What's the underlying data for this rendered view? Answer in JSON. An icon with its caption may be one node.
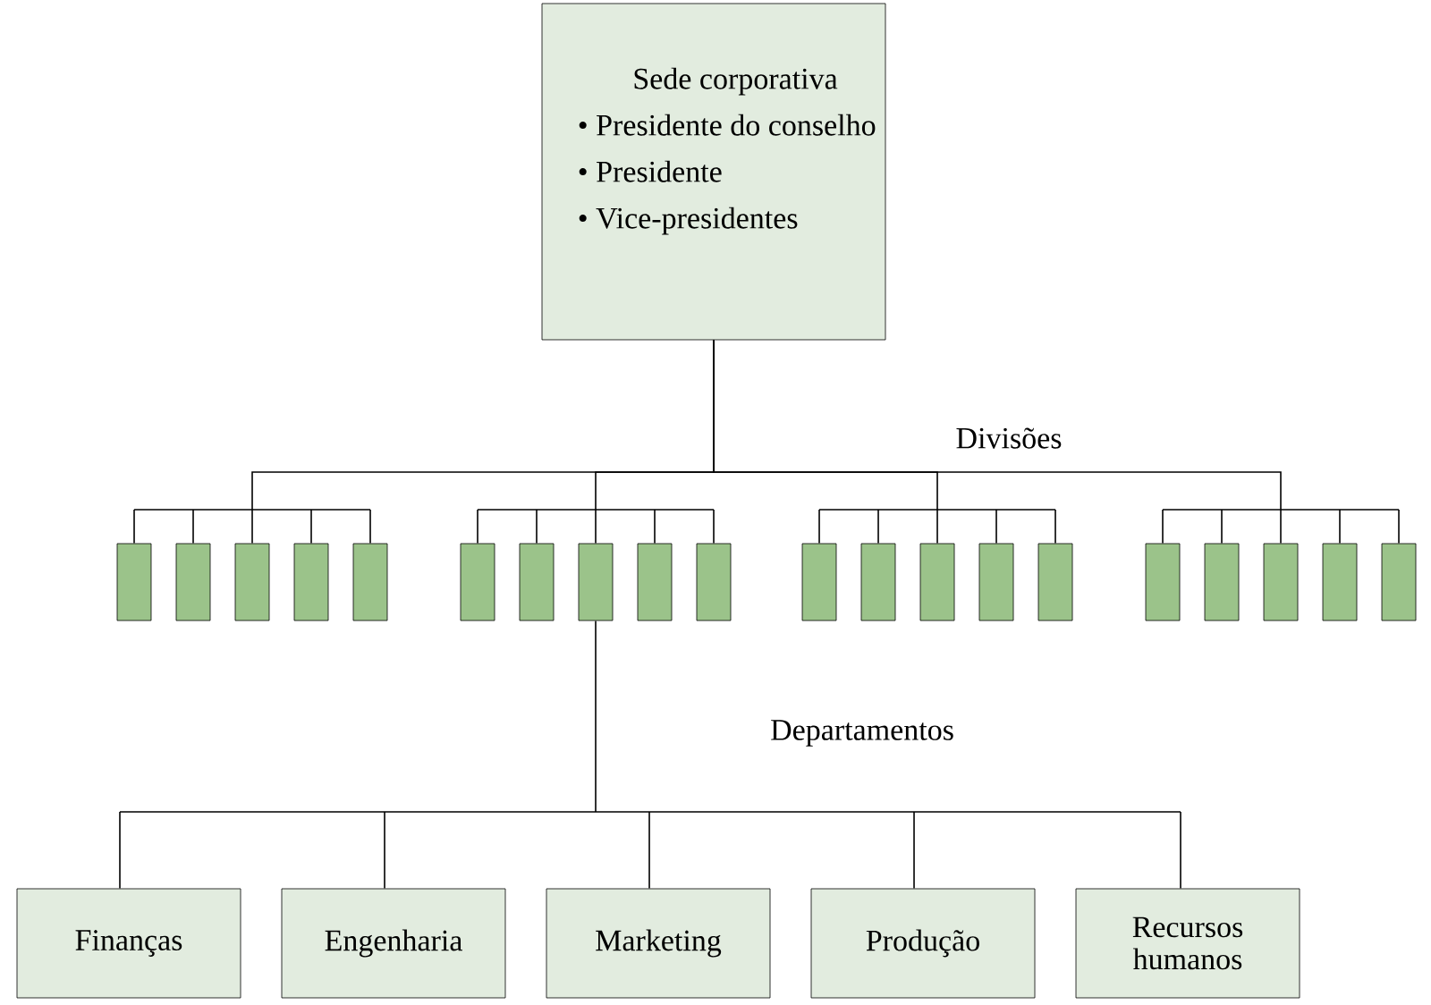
{
  "diagram": {
    "nodes": [
      {
        "text": [
          "Sede corporativa",
          "• Presidente do conselho",
          "• Presidente",
          "• Vice-presidentes"
        ]
      },
      {
        "text": [],
        "shape": "box"
      },
      {
        "text": [],
        "shape": "box"
      },
      {
        "text": [],
        "shape": "box"
      },
      {
        "text": [],
        "shape": "box"
      },
      {
        "text": [],
        "shape": "box"
      },
      {
        "text": [],
        "shape": "box"
      },
      {
        "text": [],
        "shape": "box"
      },
      {
        "text": [],
        "shape": "box"
      },
      {
        "text": [],
        "shape": "box"
      },
      {
        "text": [],
        "shape": "box"
      },
      {
        "text": [],
        "shape": "box"
      },
      {
        "text": [],
        "shape": "box"
      },
      {
        "text": [],
        "shape": "box"
      },
      {
        "text": [],
        "shape": "box"
      },
      {
        "text": [],
        "shape": "box"
      },
      {
        "text": [],
        "shape": "box"
      },
      {
        "text": [],
        "shape": "box"
      },
      {
        "text": [],
        "shape": "box"
      },
      {
        "text": [],
        "shape": "box"
      },
      {
        "text": [],
        "shape": "box"
      },
      {
        "text": [
          "Finanças"
        ]
      },
      {
        "text": [
          "Engenharia"
        ]
      },
      {
        "text": [
          "Marketing"
        ]
      },
      {
        "text": [
          "Produção"
        ]
      },
      {
        "text": [
          "Recursos humanos"
        ]
      }
    ],
    "edges": [
      {
        "from": 0,
        "to": 1,
        "arrow": "none"
      },
      {
        "from": 0,
        "to": 2,
        "arrow": "none"
      },
      {
        "from": 0,
        "to": 3,
        "arrow": "none"
      },
      {
        "from": 0,
        "to": 4,
        "arrow": "none"
      },
      {
        "from": 0,
        "to": 5,
        "arrow": "none"
      },
      {
        "from": 0,
        "to": 6,
        "arrow": "none"
      },
      {
        "from": 0,
        "to": 7,
        "arrow": "none"
      },
      {
        "from": 0,
        "to": 8,
        "arrow": "none"
      },
      {
        "from": 0,
        "to": 9,
        "arrow": "none"
      },
      {
        "from": 0,
        "to": 10,
        "arrow": "none"
      },
      {
        "from": 0,
        "to": 11,
        "arrow": "none"
      },
      {
        "from": 0,
        "to": 12,
        "arrow": "none"
      },
      {
        "from": 0,
        "to": 13,
        "arrow": "none"
      },
      {
        "from": 0,
        "to": 14,
        "arrow": "none"
      },
      {
        "from": 0,
        "to": 15,
        "arrow": "none"
      },
      {
        "from": 0,
        "to": 16,
        "arrow": "none"
      },
      {
        "from": 0,
        "to": 17,
        "arrow": "none"
      },
      {
        "from": 0,
        "to": 18,
        "arrow": "none"
      },
      {
        "from": 0,
        "to": 19,
        "arrow": "none"
      },
      {
        "from": 0,
        "to": 20,
        "arrow": "none"
      },
      {
        "from": 8,
        "to": 21,
        "arrow": "none"
      },
      {
        "from": 8,
        "to": 22,
        "arrow": "none"
      },
      {
        "from": 8,
        "to": 23,
        "arrow": "none"
      },
      {
        "from": 8,
        "to": 24,
        "arrow": "none"
      },
      {
        "from": 8,
        "to": 25,
        "arrow": "none"
      }
    ],
    "labels": [
      "Divisões",
      "Departamentos"
    ]
  }
}
